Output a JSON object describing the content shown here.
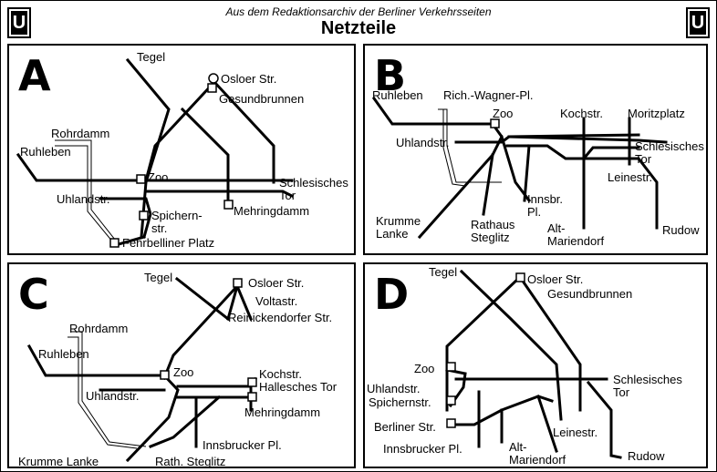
{
  "header": {
    "subtitle": "Aus dem Redaktionsarchiv der Berliner Verkehrsseiten",
    "title": "Netzteile",
    "logo_letter": "U"
  },
  "panels": {
    "A": {
      "label": "A",
      "stations": {
        "tegel": "Tegel",
        "osloer": "Osloer Str.",
        "gesundbrunnen": "Gesundbrunnen",
        "rohrdamm": "Rohrdamm",
        "ruhleben": "Ruhleben",
        "zoo": "Zoo",
        "schlesisches": "Schlesisches\nTor",
        "uhlandstr": "Uhlandstr.",
        "spichernstr": "Spichern-\nstr.",
        "mehringdamm": "Mehringdamm",
        "fehrbelliner": "Fehrbelliner Platz"
      }
    },
    "B": {
      "label": "B",
      "stations": {
        "ruhleben": "Ruhleben",
        "richwagner": "Rich.-Wagner-Pl.",
        "zoo": "Zoo",
        "kochstr": "Kochstr.",
        "moritzplatz": "Moritzplatz",
        "uhlandstr": "Uhlandstr.",
        "schlesisches": "Schlesisches\nTor",
        "leinestr": "Leinestr.",
        "innsbr": "Innsbr.\nPl.",
        "krummelanke": "Krumme\nLanke",
        "rathaus": "Rathaus\nSteglitz",
        "altmariendorf": "Alt-\nMariendorf",
        "rudow": "Rudow"
      }
    },
    "C": {
      "label": "C",
      "stations": {
        "tegel": "Tegel",
        "osloer": "Osloer Str.",
        "voltastr": "Voltastr.",
        "reinickendorfer": "Reinickendorfer Str.",
        "rohrdamm": "Rohrdamm",
        "ruhleben": "Ruhleben",
        "zoo": "Zoo",
        "kochstr": "Kochstr.",
        "hallesches": "Hallesches Tor",
        "uhlandstr": "Uhlandstr.",
        "mehringdamm": "Mehringdamm",
        "innsbrucker": "Innsbrucker Pl.",
        "krummelanke": "Krumme Lanke",
        "rathsteglitz": "Rath. Steglitz"
      }
    },
    "D": {
      "label": "D",
      "stations": {
        "tegel": "Tegel",
        "osloer": "Osloer Str.",
        "gesundbrunnen": "Gesundbrunnen",
        "zoo": "Zoo",
        "uhlandstr": "Uhlandstr.",
        "schlesisches": "Schlesisches\nTor",
        "spichernstr": "Spichernstr.",
        "berlinerstr": "Berliner Str.",
        "leinestr": "Leinestr.",
        "innsbrucker": "Innsbrucker Pl.",
        "altmariendorf": "Alt-\nMariendorf",
        "rudow": "Rudow"
      }
    }
  }
}
